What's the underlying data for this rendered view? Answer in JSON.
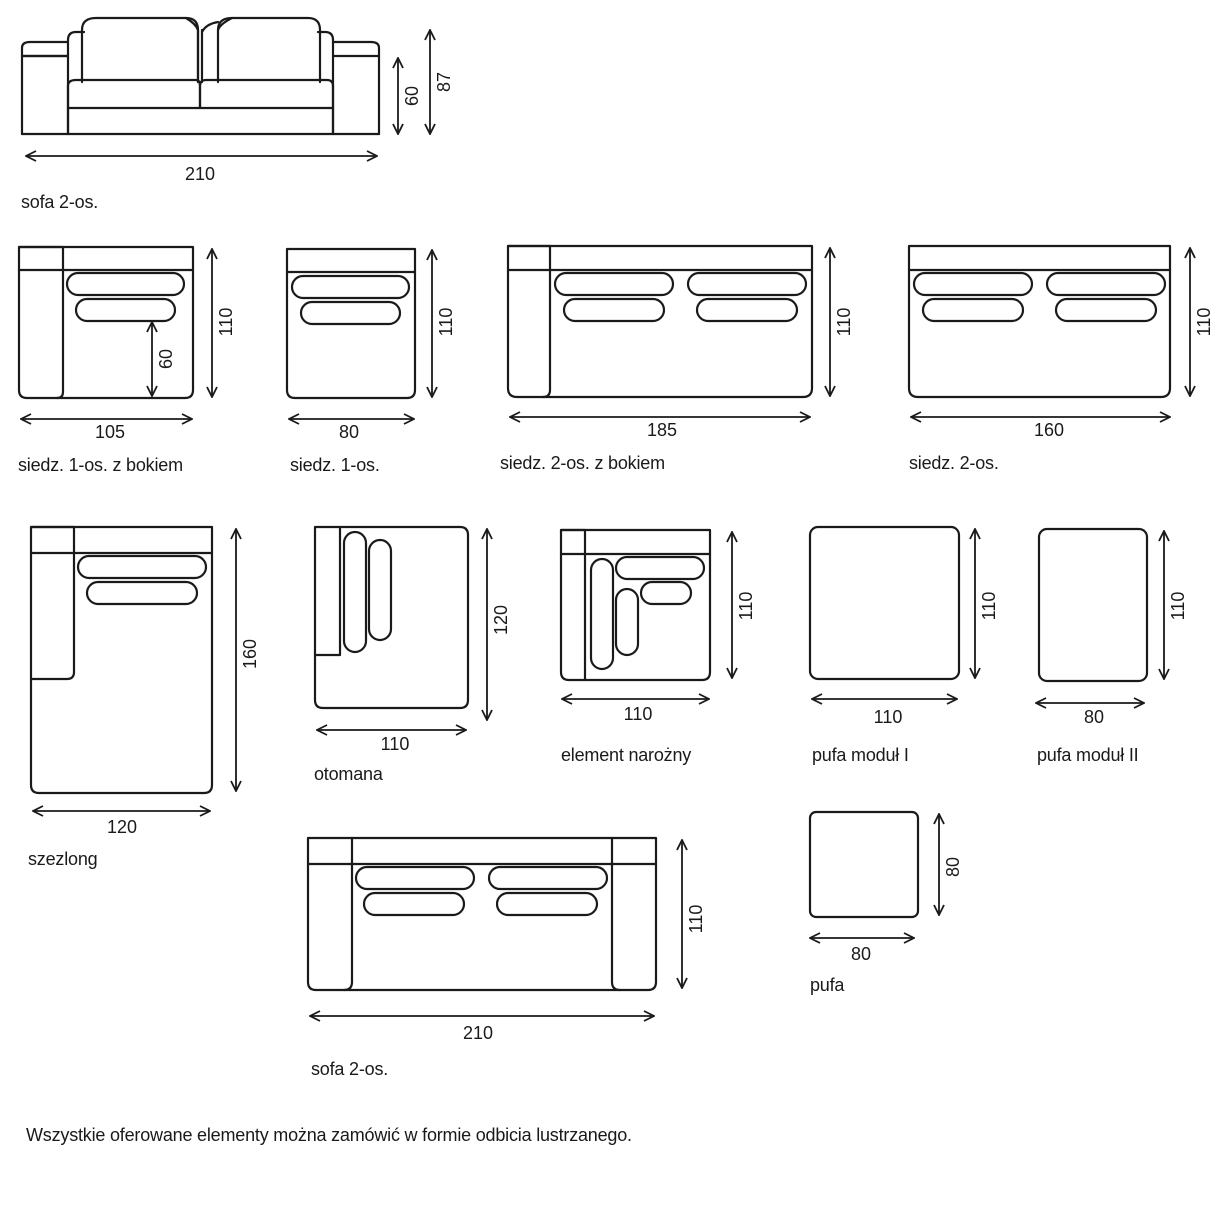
{
  "front_view": {
    "width": "210",
    "seat_height": "60",
    "total_height": "87",
    "caption": "sofa 2-os."
  },
  "modules": [
    {
      "id": "m1",
      "width": "105",
      "depth": "110",
      "inner": "60",
      "caption": "siedz. 1-os. z bokiem"
    },
    {
      "id": "m2",
      "width": "80",
      "depth": "110",
      "caption": "siedz. 1-os."
    },
    {
      "id": "m3",
      "width": "185",
      "depth": "110",
      "caption": "siedz. 2-os. z bokiem"
    },
    {
      "id": "m4",
      "width": "160",
      "depth": "110",
      "caption": "siedz. 2-os."
    },
    {
      "id": "m5",
      "width": "120",
      "depth": "160",
      "caption": "szezlong"
    },
    {
      "id": "m6",
      "width": "110",
      "depth": "120",
      "caption": "otomana"
    },
    {
      "id": "m7",
      "width": "110",
      "depth": "110",
      "caption": "element narożny"
    },
    {
      "id": "m8",
      "width": "110",
      "depth": "110",
      "caption": "pufa moduł I"
    },
    {
      "id": "m9",
      "width": "80",
      "depth": "110",
      "caption": "pufa moduł II"
    },
    {
      "id": "m10",
      "width": "210",
      "depth": "110",
      "caption": "sofa 2-os."
    },
    {
      "id": "m11",
      "width": "80",
      "depth": "80",
      "caption": "pufa"
    }
  ],
  "footnote": "Wszystkie oferowane elementy można zamówić w formie odbicia lustrzanego."
}
